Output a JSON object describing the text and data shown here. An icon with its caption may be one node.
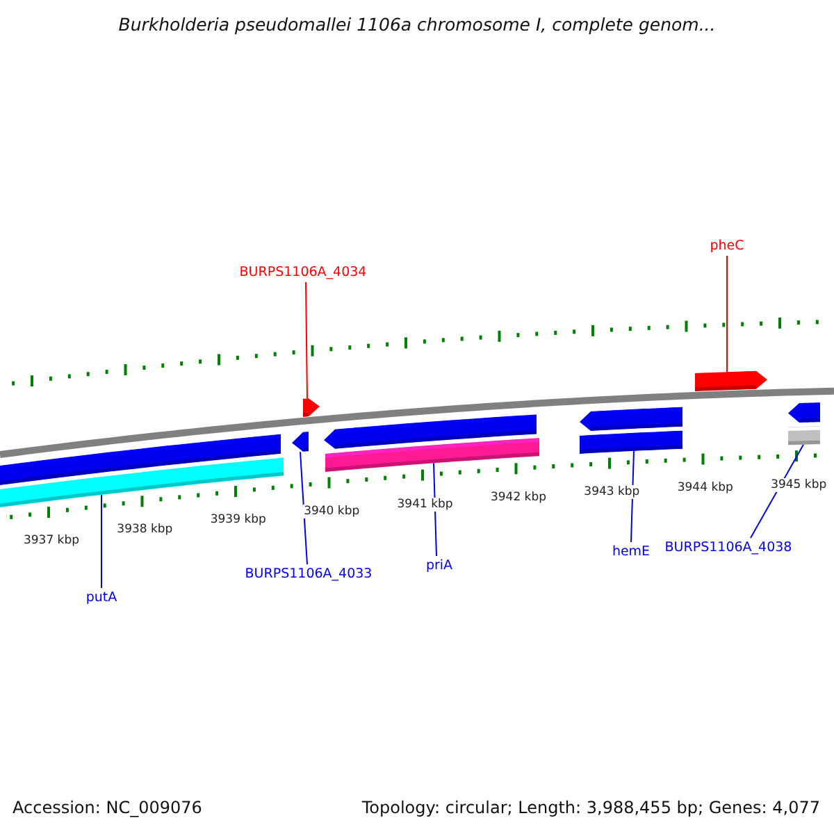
{
  "diagram": {
    "title": "Burkholderia pseudomallei 1106a chromosome I, complete genom...",
    "nodes": [
      {
        "text": [
          "BURPS1106A_4034"
        ]
      },
      {
        "text": [
          "pheC"
        ]
      },
      {
        "text": [],
        "shape": "pentagon"
      },
      {
        "text": [],
        "shape": "pentagon"
      },
      {
        "text": [],
        "shape": "bar"
      },
      {
        "text": [],
        "shape": "pentagon"
      },
      {
        "text": [],
        "shape": "pentagon"
      },
      {
        "text": [],
        "shape": "pentagon"
      },
      {
        "text": [],
        "shape": "pentagon"
      },
      {
        "text": [],
        "shape": "bar"
      },
      {
        "text": [],
        "shape": "bar"
      },
      {
        "text": [],
        "shape": "bar"
      },
      {
        "text": [],
        "shape": "bar"
      },
      {
        "text": [
          "putA"
        ]
      },
      {
        "text": [
          "BURPS1106A_4033"
        ]
      },
      {
        "text": [
          "priA"
        ]
      },
      {
        "text": [
          "hemE"
        ]
      },
      {
        "text": [
          "BURPS1106A_4038"
        ]
      }
    ],
    "edges": [
      {
        "from": 0,
        "to": 2,
        "arrow": "none",
        "color": "#ff0000"
      },
      {
        "from": 1,
        "to": 3,
        "arrow": "none",
        "color": "#ff0000"
      },
      {
        "from": 13,
        "to": 9,
        "arrow": "none"
      },
      {
        "from": 14,
        "to": 5,
        "arrow": "none"
      },
      {
        "from": 15,
        "to": 10,
        "arrow": "none"
      },
      {
        "from": 16,
        "to": 11,
        "arrow": "none"
      },
      {
        "from": 17,
        "to": 12,
        "arrow": "none"
      }
    ],
    "labels": [
      "3937 kbp",
      "3938 kbp",
      "3939 kbp",
      "3940 kbp",
      "3941 kbp",
      "3942 kbp",
      "3943 kbp",
      "3944 kbp",
      "3945 kbp",
      "Accession: NC_009076",
      "Topology: circular; Length: 3,988,455 bp; Genes: 4,077"
    ]
  }
}
